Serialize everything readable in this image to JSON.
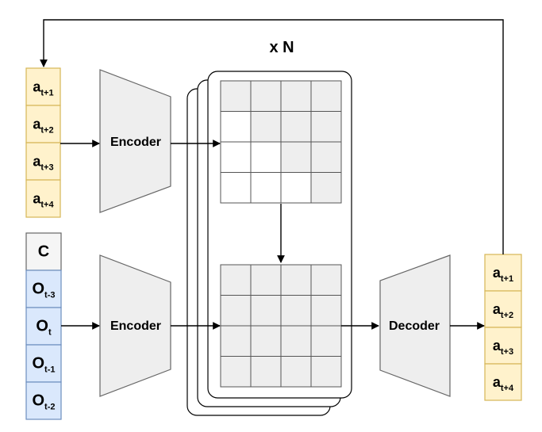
{
  "repeat_label": "x N",
  "encoder_label": "Encoder",
  "decoder_label": "Decoder",
  "colors": {
    "action_fill": "#fff2cc",
    "action_stroke": "#d6b656",
    "obs_fill": "#dae8fc",
    "obs_stroke": "#6c8ebf",
    "cond_fill": "#f5f5f5",
    "cond_stroke": "#666666",
    "block_fill": "#eeeeee",
    "line": "#000000"
  },
  "input_actions": [
    {
      "base": "a",
      "sub": "t+1"
    },
    {
      "base": "a",
      "sub": "t+2"
    },
    {
      "base": "a",
      "sub": "t+3"
    },
    {
      "base": "a",
      "sub": "t+4"
    }
  ],
  "condition": {
    "base": "C",
    "sub": ""
  },
  "observations": [
    {
      "base": "O",
      "sub": "t-3"
    },
    {
      "base": "O",
      "sub": "t"
    },
    {
      "base": "O",
      "sub": "t-1"
    },
    {
      "base": "O",
      "sub": "t-2"
    }
  ],
  "output_actions": [
    {
      "base": "a",
      "sub": "t+1"
    },
    {
      "base": "a",
      "sub": "t+2"
    },
    {
      "base": "a",
      "sub": "t+3"
    },
    {
      "base": "a",
      "sub": "t+4"
    }
  ],
  "top_attention_mask": [
    [
      1,
      1,
      1,
      1
    ],
    [
      0,
      1,
      1,
      1
    ],
    [
      0,
      0,
      1,
      1
    ],
    [
      0,
      0,
      0,
      1
    ]
  ],
  "bottom_attention_mask": [
    [
      1,
      1,
      1,
      1
    ],
    [
      1,
      1,
      1,
      1
    ],
    [
      1,
      1,
      1,
      1
    ],
    [
      1,
      1,
      1,
      1
    ]
  ]
}
